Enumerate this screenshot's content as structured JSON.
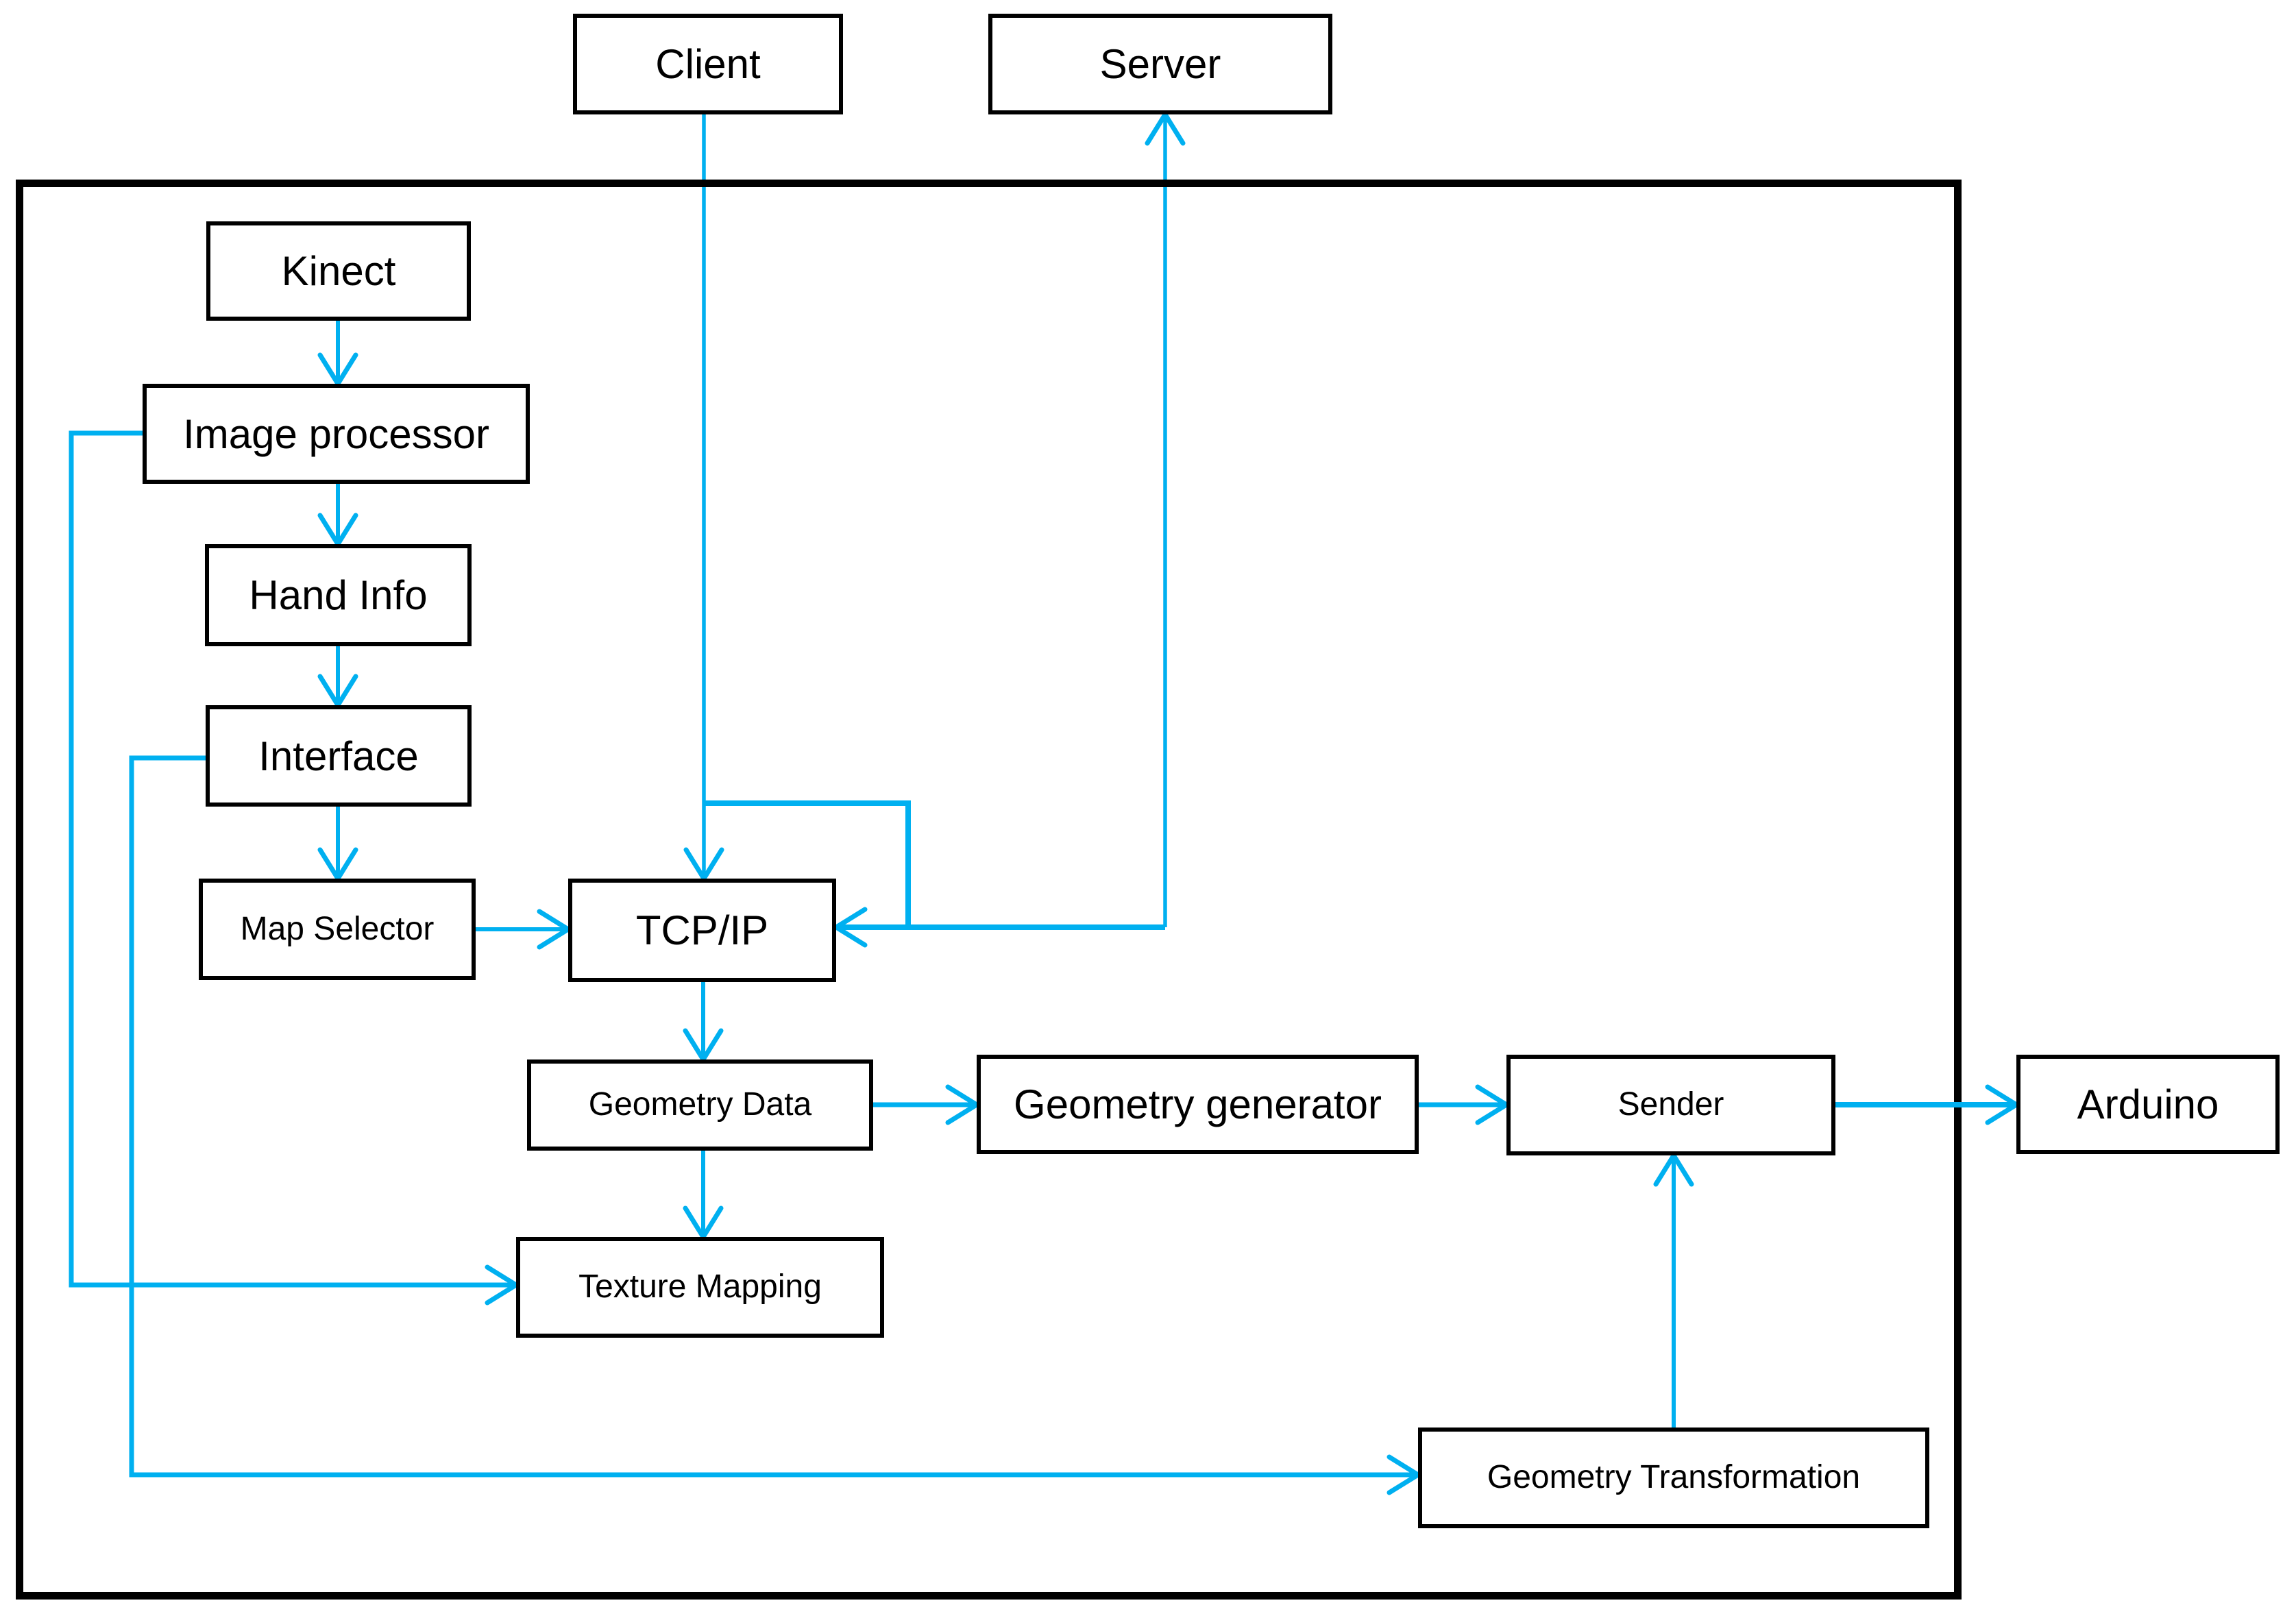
{
  "diagram": {
    "accent_color": "#00B0F0",
    "box_border_color": "#000000",
    "background_color": "#FFFFFF",
    "nodes": {
      "client": {
        "label": "Client"
      },
      "server": {
        "label": "Server"
      },
      "kinect": {
        "label": "Kinect"
      },
      "image_processor": {
        "label": "Image processor"
      },
      "hand_info": {
        "label": "Hand Info"
      },
      "interface": {
        "label": "Interface"
      },
      "map_selector": {
        "label": "Map Selector"
      },
      "tcp_ip": {
        "label": "TCP/IP"
      },
      "geometry_data": {
        "label": "Geometry Data"
      },
      "geometry_generator": {
        "label": "Geometry generator"
      },
      "sender": {
        "label": "Sender"
      },
      "arduino": {
        "label": "Arduino"
      },
      "texture_mapping": {
        "label": "Texture Mapping"
      },
      "geometry_transformation": {
        "label": "Geometry Transformation"
      }
    },
    "edges": [
      {
        "from": "kinect",
        "to": "image_processor",
        "bidirectional": false
      },
      {
        "from": "image_processor",
        "to": "hand_info",
        "bidirectional": false
      },
      {
        "from": "hand_info",
        "to": "interface",
        "bidirectional": false
      },
      {
        "from": "interface",
        "to": "map_selector",
        "bidirectional": false
      },
      {
        "from": "map_selector",
        "to": "tcp_ip",
        "bidirectional": false
      },
      {
        "from": "client",
        "to": "tcp_ip",
        "bidirectional": false
      },
      {
        "from": "tcp_ip",
        "to": "server",
        "bidirectional": true
      },
      {
        "from": "tcp_ip",
        "to": "geometry_data",
        "bidirectional": false
      },
      {
        "from": "geometry_data",
        "to": "geometry_generator",
        "bidirectional": false
      },
      {
        "from": "geometry_generator",
        "to": "sender",
        "bidirectional": false
      },
      {
        "from": "sender",
        "to": "arduino",
        "bidirectional": false
      },
      {
        "from": "geometry_data",
        "to": "texture_mapping",
        "bidirectional": false
      },
      {
        "from": "image_processor",
        "to": "texture_mapping",
        "bidirectional": false
      },
      {
        "from": "interface",
        "to": "geometry_transformation",
        "bidirectional": false
      },
      {
        "from": "geometry_transformation",
        "to": "sender",
        "bidirectional": false
      }
    ]
  }
}
